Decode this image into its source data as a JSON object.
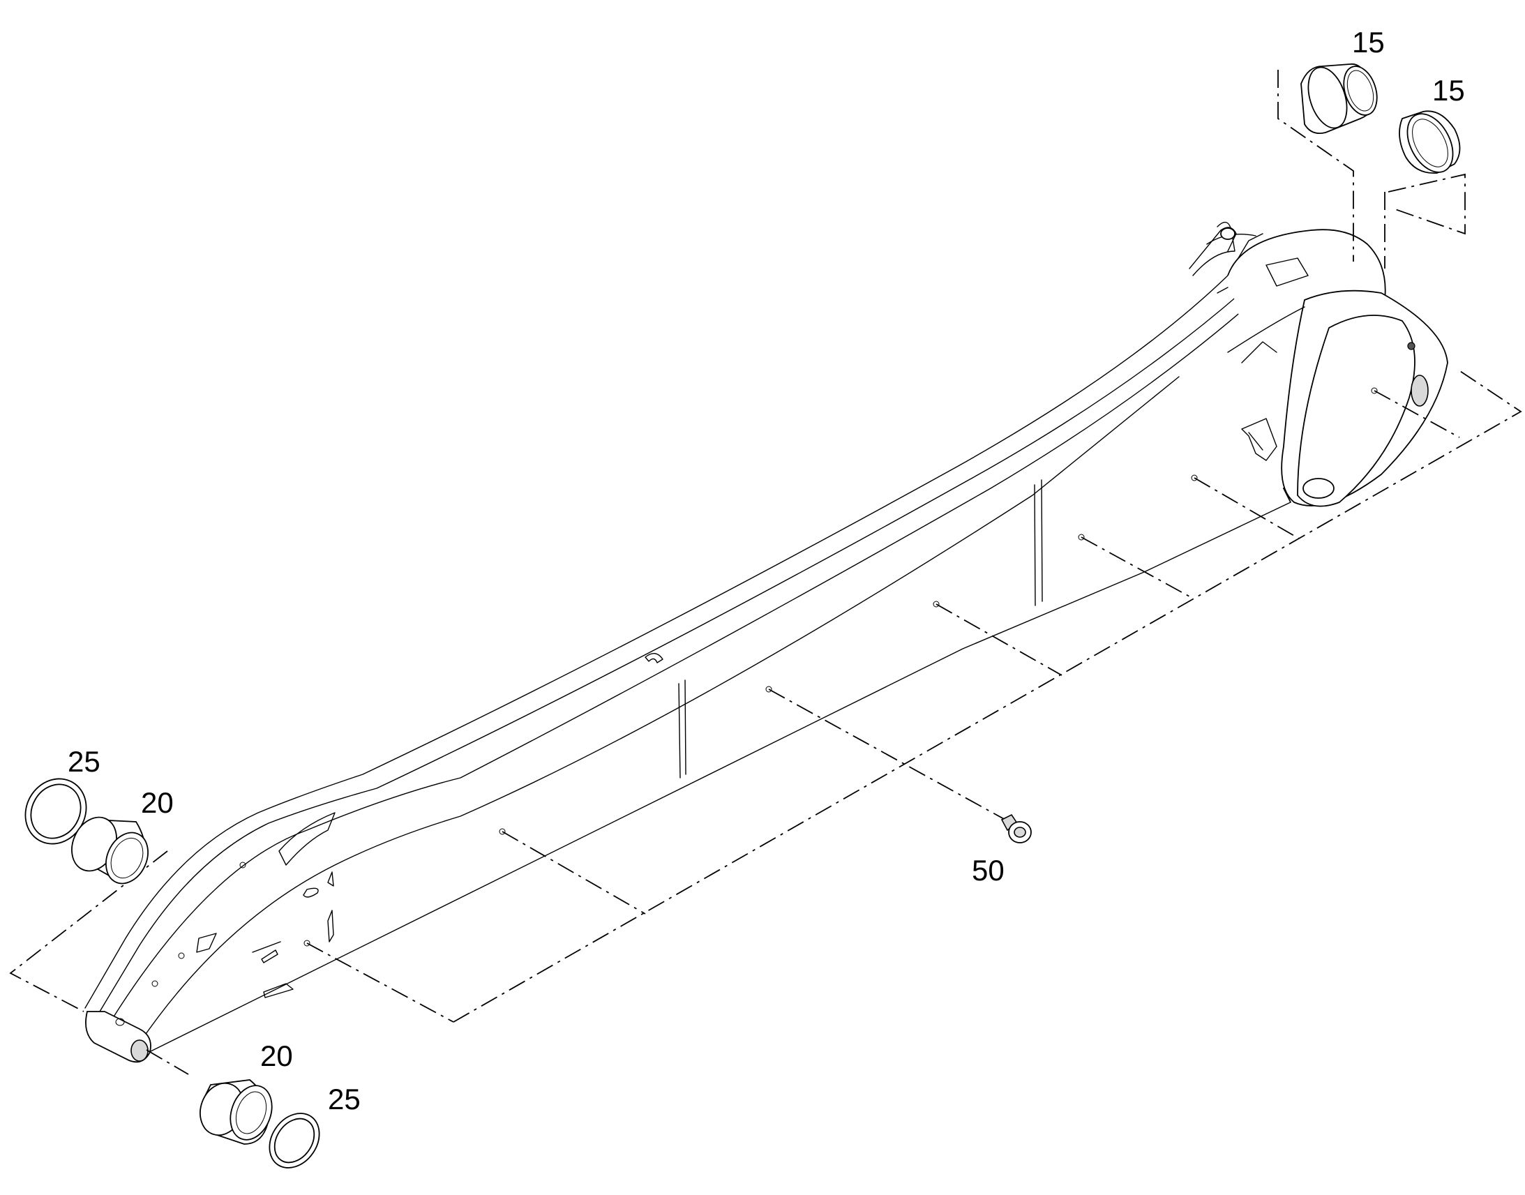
{
  "diagram": {
    "callouts": [
      {
        "id": "c15a",
        "label": "15"
      },
      {
        "id": "c15b",
        "label": "15"
      },
      {
        "id": "c25a",
        "label": "25"
      },
      {
        "id": "c20a",
        "label": "20"
      },
      {
        "id": "c20b",
        "label": "20"
      },
      {
        "id": "c25b",
        "label": "25"
      },
      {
        "id": "c50",
        "label": "50"
      }
    ]
  }
}
